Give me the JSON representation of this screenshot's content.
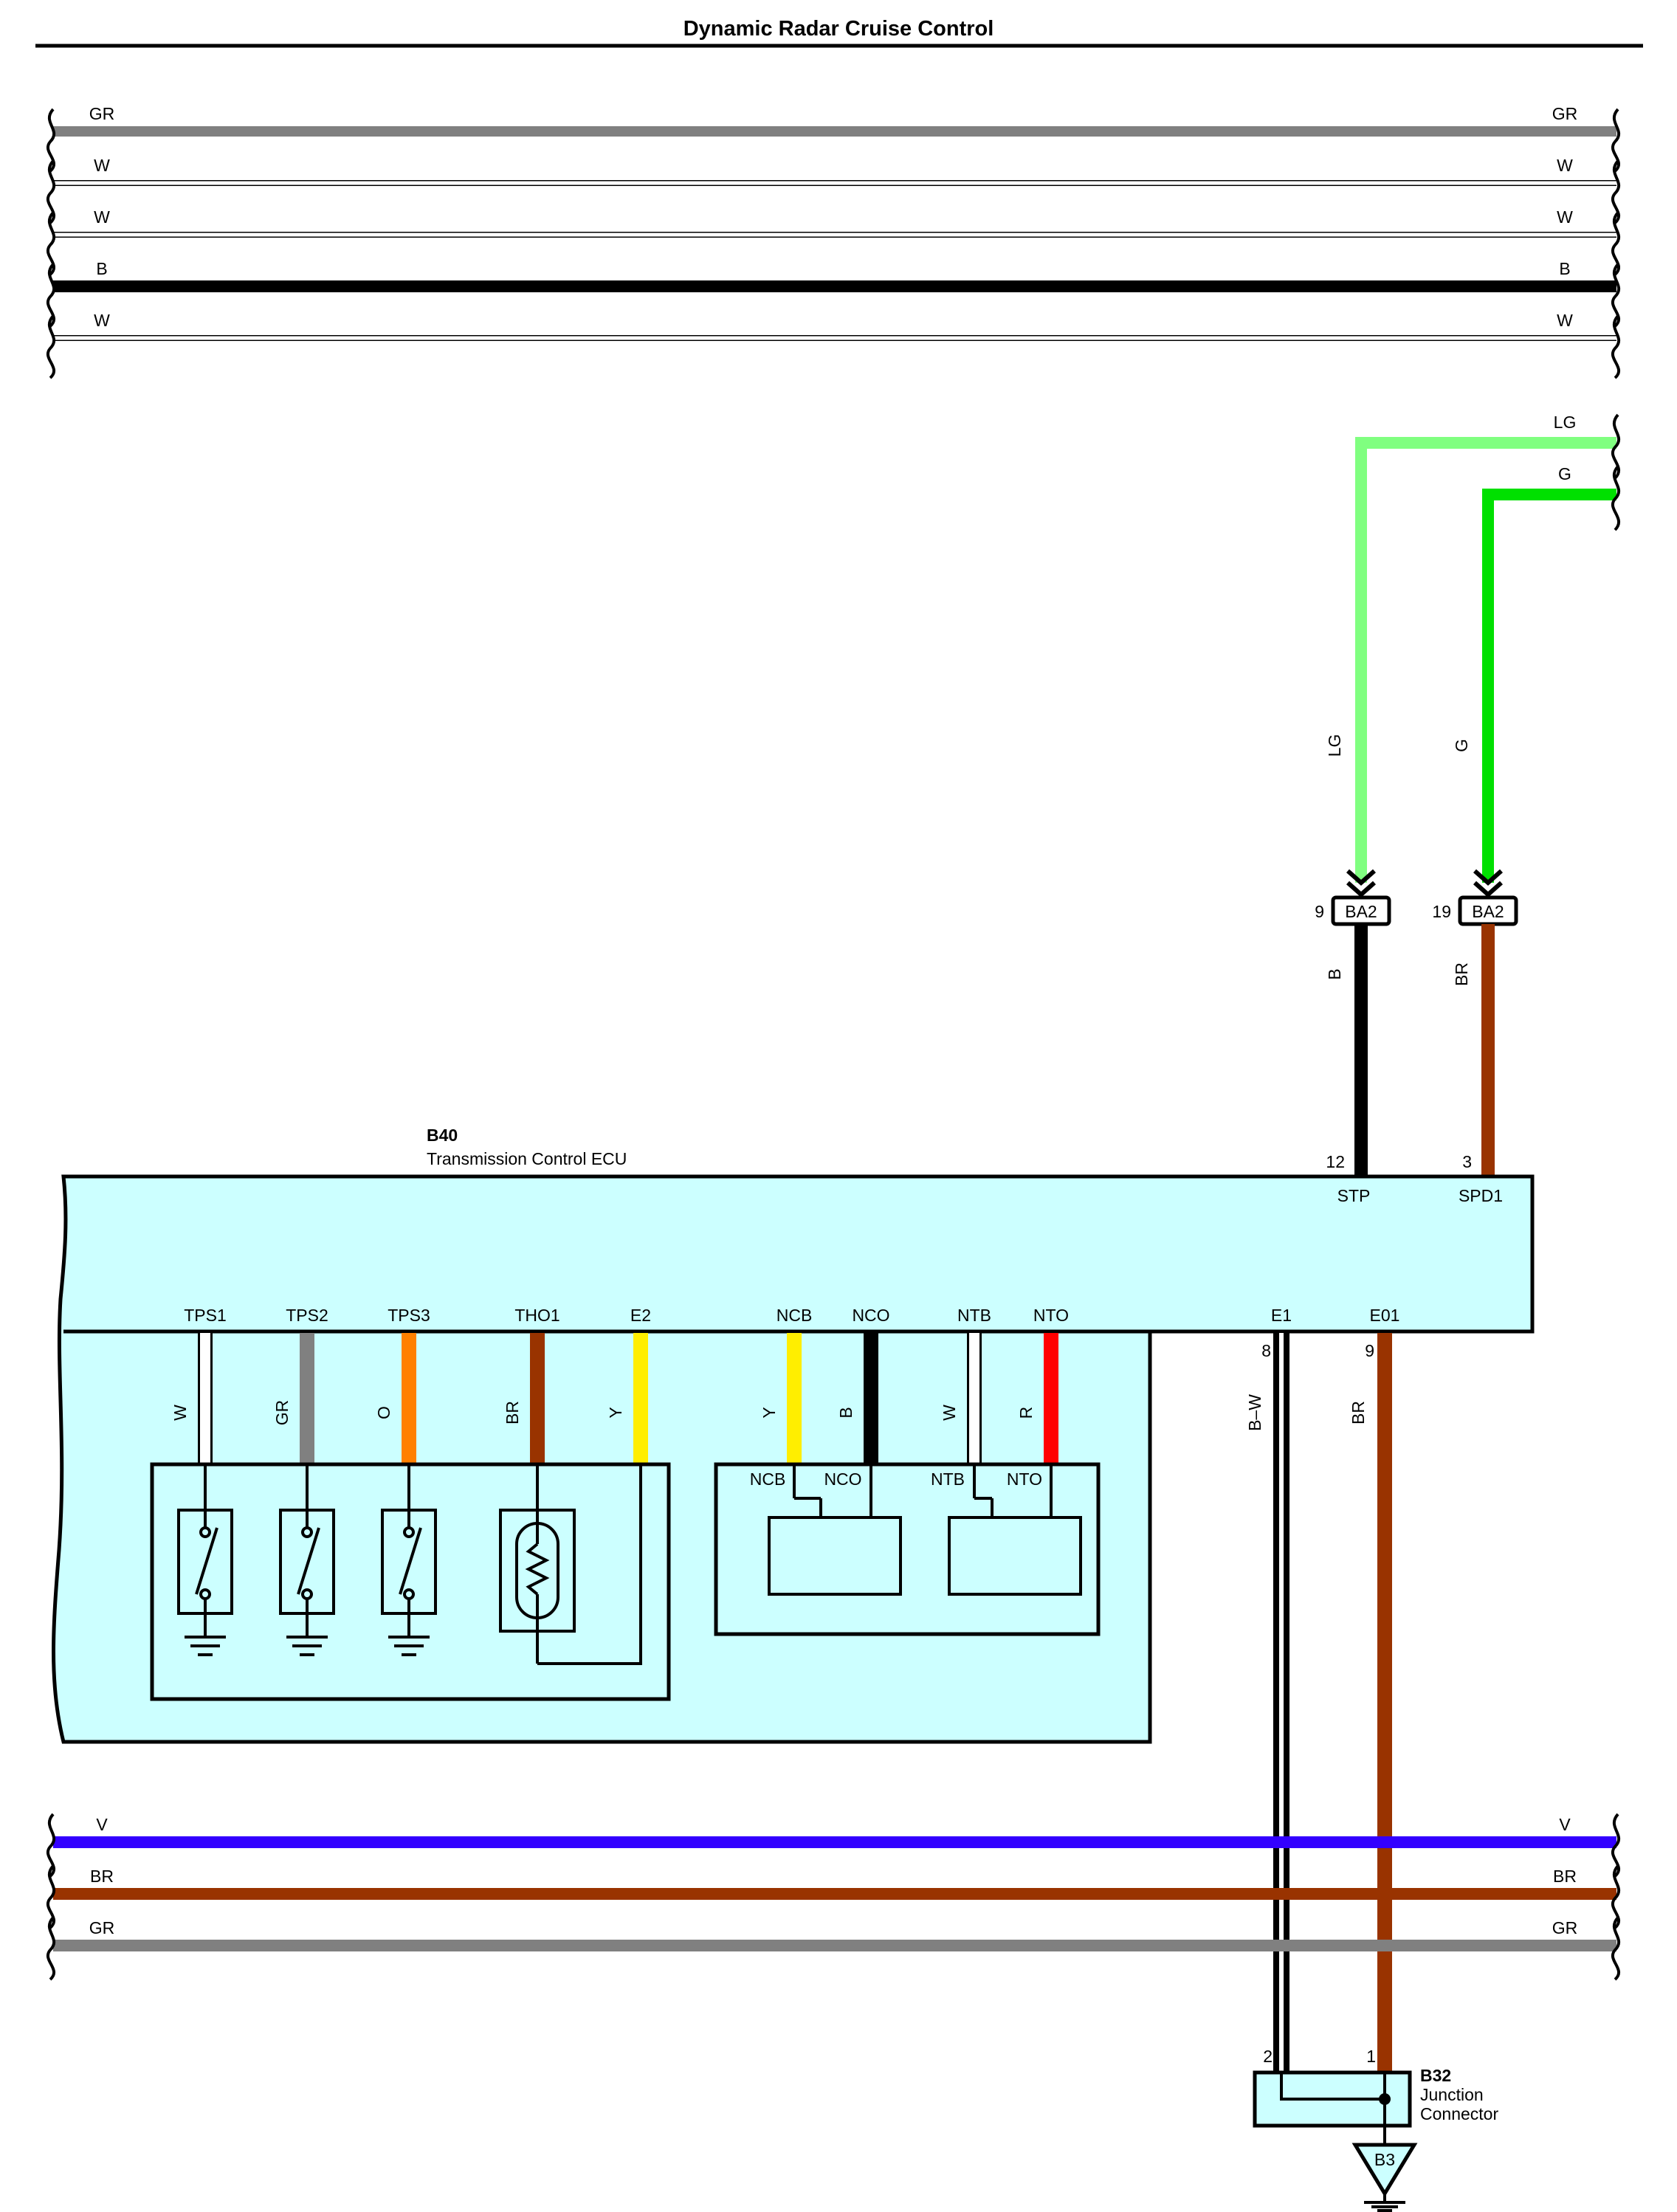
{
  "title": "Dynamic Radar Cruise Control",
  "colors": {
    "GR": "#808080",
    "W": "#ffffff",
    "B": "#000000",
    "LG": "#80ff80",
    "G": "#00e000",
    "BR": "#993300",
    "O": "#ff8000",
    "Y": "#ffee00",
    "R": "#ff0000",
    "V": "#3300ff",
    "ecu_fill": "#ccffff"
  },
  "top_bus": [
    {
      "left": "GR",
      "right": "GR"
    },
    {
      "left": "W",
      "right": "W"
    },
    {
      "left": "W",
      "right": "W"
    },
    {
      "left": "B",
      "right": "B"
    },
    {
      "left": "W",
      "right": "W"
    }
  ],
  "incoming": [
    {
      "color": "LG",
      "wire_label": "LG"
    },
    {
      "color": "G",
      "wire_label": "G"
    }
  ],
  "connectors_ba2": [
    {
      "pin": "9",
      "name": "BA2",
      "out_label": "B"
    },
    {
      "pin": "19",
      "name": "BA2",
      "out_label": "BR"
    }
  ],
  "ecu": {
    "code": "B40",
    "name": "Transmission Control ECU",
    "top_pins": [
      {
        "pin": "12",
        "name": "STP"
      },
      {
        "pin": "3",
        "name": "SPD1"
      }
    ],
    "bottom_terminals": [
      {
        "name": "TPS1",
        "wire": "W"
      },
      {
        "name": "TPS2",
        "wire": "GR"
      },
      {
        "name": "TPS3",
        "wire": "O"
      },
      {
        "name": "THO1",
        "wire": "BR"
      },
      {
        "name": "E2",
        "wire": "Y"
      },
      {
        "name": "NCB",
        "wire": "Y"
      },
      {
        "name": "NCO",
        "wire": "B"
      },
      {
        "name": "NTB",
        "wire": "W"
      },
      {
        "name": "NTO",
        "wire": "R"
      }
    ],
    "ground_terminals": [
      {
        "name": "E1",
        "pin": "8",
        "wire": "B–W"
      },
      {
        "name": "E01",
        "pin": "9",
        "wire": "BR"
      }
    ],
    "sensor_labels": [
      "NCB",
      "NCO",
      "NTB",
      "NTO"
    ]
  },
  "bottom_bus": [
    {
      "left": "V",
      "right": "V"
    },
    {
      "left": "BR",
      "right": "BR"
    },
    {
      "left": "GR",
      "right": "GR"
    }
  ],
  "junction": {
    "code": "B32",
    "line1": "Junction",
    "line2": "Connector",
    "pin_left": "2",
    "pin_right": "1",
    "ground": "B3"
  }
}
